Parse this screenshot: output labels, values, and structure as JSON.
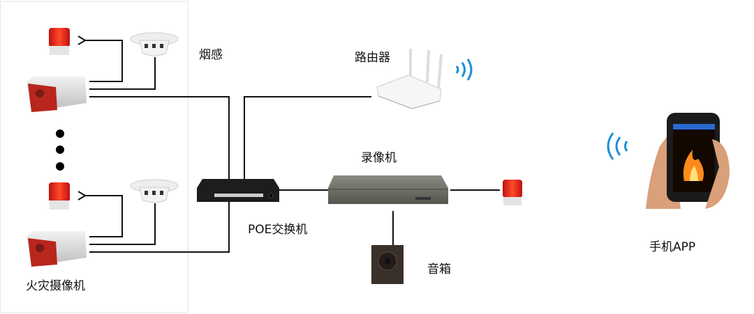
{
  "labels": {
    "smoke": "烟感",
    "router": "路由器",
    "nvr": "录像机",
    "switch": "POE交换机",
    "speaker": "音箱",
    "phone": "手机APP",
    "camera": "火灾摄像机"
  },
  "colors": {
    "alarm": "#ee2a1a",
    "camera_red": "#b8261e",
    "line": "#111111",
    "wifi": "#1a8fd6"
  }
}
